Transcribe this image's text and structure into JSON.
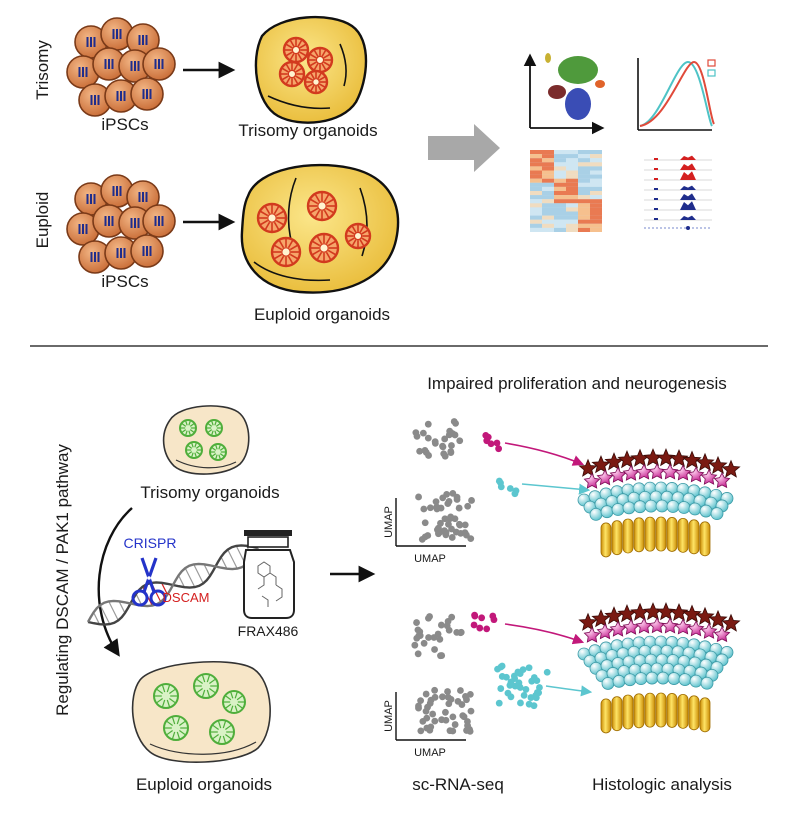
{
  "top": {
    "side_labels": {
      "trisomy": "Trisomy",
      "euploid": "Euploid"
    },
    "cells_label_trisomy": "iPSCs",
    "cells_label_euploid": "iPSCs",
    "organoid_label_trisomy": "Trisomy organoids",
    "organoid_label_euploid": "Euploid organoids"
  },
  "bottom": {
    "vertical_label": "Regulating DSCAM / PAK1 pathway",
    "trisomy_organoids": "Trisomy organoids",
    "euploid_organoids": "Euploid organoids",
    "crispr": "CRISPR",
    "dscam": "DSCAM",
    "drug": "FRAX486",
    "heading": "Impaired proliferation and neurogenesis",
    "umap": "UMAP",
    "sc_rna_seq": "sc-RNA-seq",
    "histologic": "Histologic analysis"
  },
  "colors": {
    "cell_fill": "#d98552",
    "cell_stroke": "#7a3a18",
    "nucleus": "#1f2d8c",
    "organoid_fill": "#f2c84b",
    "rosette": "#d23a1e",
    "magenta": "#c2187a",
    "cyan": "#5cc6cf",
    "gray_dot": "#8a8a8a",
    "brown_star": "#7a1a12",
    "yellow_cell": "#f3c31d",
    "crispr_blue": "#2433c9",
    "dscam_red": "#d42020",
    "arrow_gray": "#a8a8a8"
  }
}
